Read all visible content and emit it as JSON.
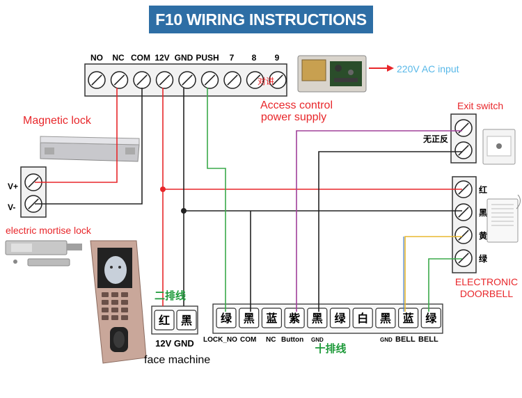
{
  "title": "F10 WIRING INSTRUCTIONS",
  "main_terminal": {
    "labels": [
      "NO",
      "NC",
      "COM",
      "12V",
      "GND",
      "PUSH",
      "7",
      "8",
      "9"
    ],
    "intercom_label": "对讲"
  },
  "power_supply": {
    "caption_line1": "Access control",
    "caption_line2": "power supply",
    "ac_input": "220V AC input"
  },
  "magnetic_lock": {
    "title": "Magnetic lock",
    "plus": "V+",
    "minus": "V-"
  },
  "mortise_lock": {
    "title": "electric mortise lock"
  },
  "exit_switch": {
    "title": "Exit switch",
    "side_label": "无正反"
  },
  "doorbell": {
    "title_line1": "ELECTRONIC",
    "title_line2": "DOORBELL",
    "wire_colors": [
      "红",
      "黑",
      "黄",
      "绿"
    ]
  },
  "two_wire": {
    "title": "二排线",
    "cells": [
      "红",
      "黑"
    ],
    "bottom_label": "12V GND"
  },
  "ten_wire": {
    "title": "十排线",
    "cells": [
      "绿",
      "黑",
      "蓝",
      "紫",
      "黑",
      "绿",
      "白",
      "黑",
      "蓝",
      "绿"
    ],
    "bottom_labels": [
      "LOCK_NO",
      "COM",
      "NC",
      "Button",
      "GND",
      "GND",
      "BELL",
      "BELL"
    ]
  },
  "face_machine": {
    "caption": "face machine"
  },
  "colors": {
    "title_bg": "#2e6ea5",
    "red_wire": "#e8262a",
    "green_wire": "#3aaa4a",
    "purple_wire": "#a0409a",
    "yellow_wire": "#e8b830",
    "blue_wire": "#4a7ec8",
    "caption_red": "#e8262a",
    "label_green": "#1e9a3a",
    "ac_input_color": "#58b8e8"
  }
}
